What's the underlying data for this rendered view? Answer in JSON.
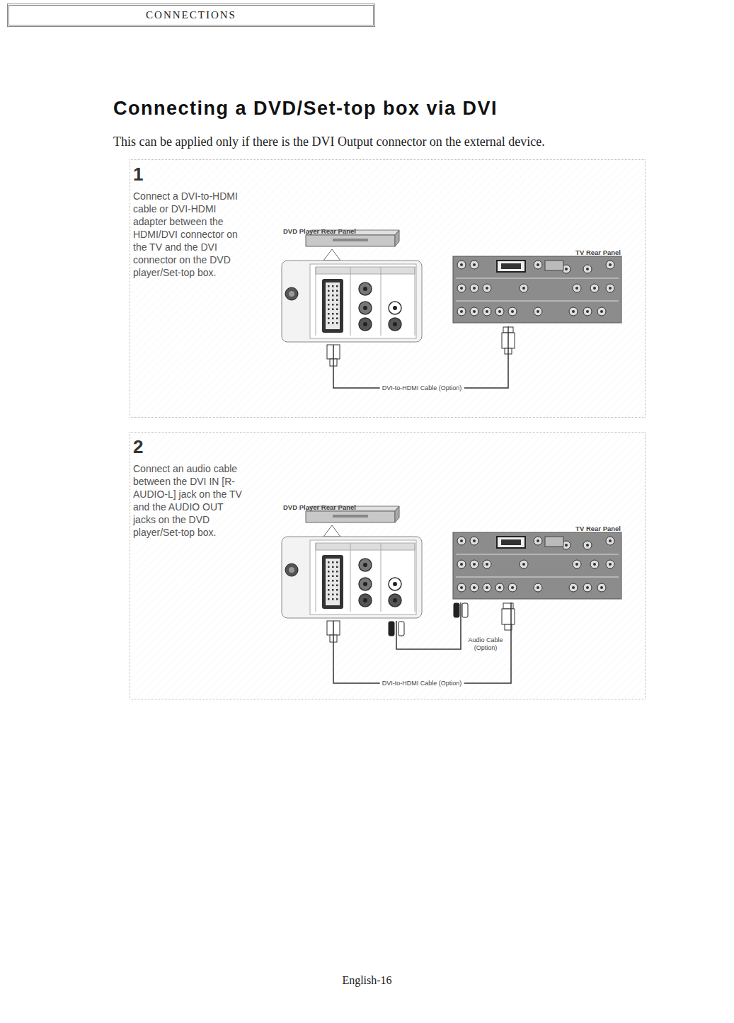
{
  "diagram": {
    "title": "Connecting a DVD/Set-top box via DVI",
    "nodes": [
      {
        "text": [
          "CONNECTIONS"
        ]
      },
      {
        "text": [
          "1",
          "Connect a DVI-to-HDMI cable or DVI-HDMI adapter between the HDMI/DVI connector on the TV and the DVI connector on the DVD player/Set-top box."
        ]
      },
      {
        "text": [
          "DVD Player Rear Panel"
        ],
        "in": 1
      },
      {
        "text": [
          "TV Rear Panel"
        ],
        "in": 1
      },
      {
        "text": [
          "2",
          "Connect an audio cable between the DVI IN [R-AUDIO-L] jack on the TV and the AUDIO OUT jacks on the DVD player/Set-top box."
        ]
      },
      {
        "text": [
          "DVD Player Rear Panel"
        ],
        "in": 4
      },
      {
        "text": [
          "TV Rear Panel"
        ],
        "in": 4
      }
    ],
    "edges": [
      {
        "from": 2,
        "to": 3,
        "arrow": "none",
        "label": "DVI-to-HDMI Cable (Option)"
      },
      {
        "from": 5,
        "to": 6,
        "arrow": "none",
        "label": "Audio Cable (Option)"
      },
      {
        "from": 5,
        "to": 6,
        "arrow": "none",
        "label": "DVI-to-HDMI Cable (Option)"
      }
    ],
    "labels": [
      "This can be applied only if there is the DVI Output connector on the external device.",
      "English-16"
    ]
  }
}
